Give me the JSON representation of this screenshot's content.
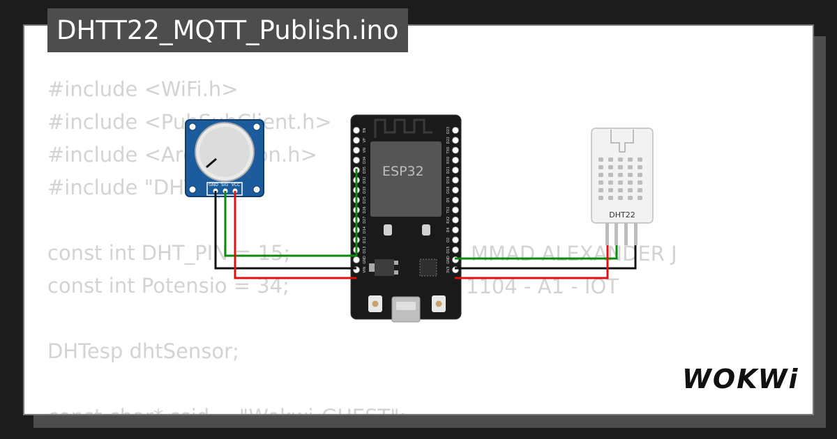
{
  "project": {
    "title": "DHTT22_MQTT_Publish.ino"
  },
  "code_lines": [
    "#include <WiFi.h>",
    "#include <PubSubClient.h>",
    "#include <ArduinoJson.h>",
    "#include \"DHTesp.h\"",
    "",
    "const int DHT_PIN = 15;",
    "const int Potensio = 34;",
    "",
    "DHTesp dhtSensor;",
    "",
    "const char* ssid = \"Wokwi-GUEST\";"
  ],
  "code_right": {
    "line1": "MMAD ALEXANDER J",
    "line2": "1104 - A1 - IOT"
  },
  "components": {
    "esp32_label": "ESP32",
    "dht22_label": "DHT22",
    "pot_pins": [
      "GND",
      "SIG",
      "VCC"
    ],
    "esp_left_pins": [
      "EN",
      "VP",
      "VN",
      "D34",
      "D35",
      "D32",
      "D33",
      "D25",
      "D26",
      "D27",
      "D14",
      "D12",
      "D13",
      "GND",
      "VIN"
    ],
    "esp_right_pins": [
      "D23",
      "D22",
      "TX0",
      "RX0",
      "D21",
      "D19",
      "D18",
      "D5",
      "TX2",
      "RX2",
      "D4",
      "D2",
      "D15",
      "GND",
      "3V3"
    ]
  },
  "wire_colors": {
    "green": "#0b8a0b",
    "black": "#111111",
    "red": "#e01010"
  },
  "brand": {
    "logo_text": "WOKWi"
  }
}
